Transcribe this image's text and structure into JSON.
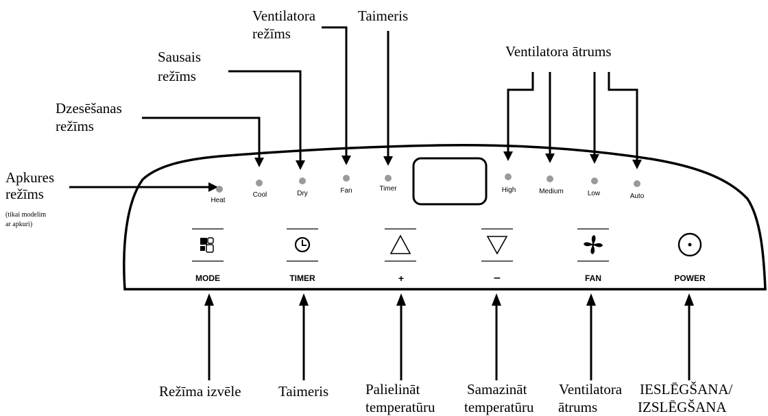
{
  "callouts_top": {
    "heat_mode": "Apkures",
    "heat_mode_2": "režīms",
    "heat_note": "(tikai modelim",
    "heat_note_2": "ar apkuri)",
    "cool_mode": "Dzesēšanas",
    "cool_mode_2": "režīms",
    "dry_mode": "Sausais",
    "dry_mode_2": "režīms",
    "fan_mode": "Ventilatora",
    "fan_mode_2": "režīms",
    "timer": "Taimeris",
    "fan_speed": "Ventilatora ātrums"
  },
  "indicators": {
    "heat": "Heat",
    "cool": "Cool",
    "dry": "Dry",
    "fan": "Fan",
    "timer": "Timer",
    "high": "High",
    "medium": "Medium",
    "low": "Low",
    "auto": "Auto"
  },
  "buttons": {
    "mode": "MODE",
    "timer": "TIMER",
    "plus": "+",
    "minus": "‒",
    "fan": "FAN",
    "power": "POWER"
  },
  "callouts_bottom": {
    "mode_select": "Režīma izvēle",
    "timer": "Taimeris",
    "temp_up": "Palielināt",
    "temp_up_2": "temperatūru",
    "temp_down": "Samazināt",
    "temp_down_2": "temperatūru",
    "fan_speed": "Ventilatora",
    "fan_speed_2": "ātrums",
    "power": "IESLĒGŠANA/",
    "power_2": "IZSLĒGŠANA"
  },
  "colors": {
    "indicator_led": "#9a9a9a",
    "line": "#000000",
    "background": "#ffffff"
  }
}
